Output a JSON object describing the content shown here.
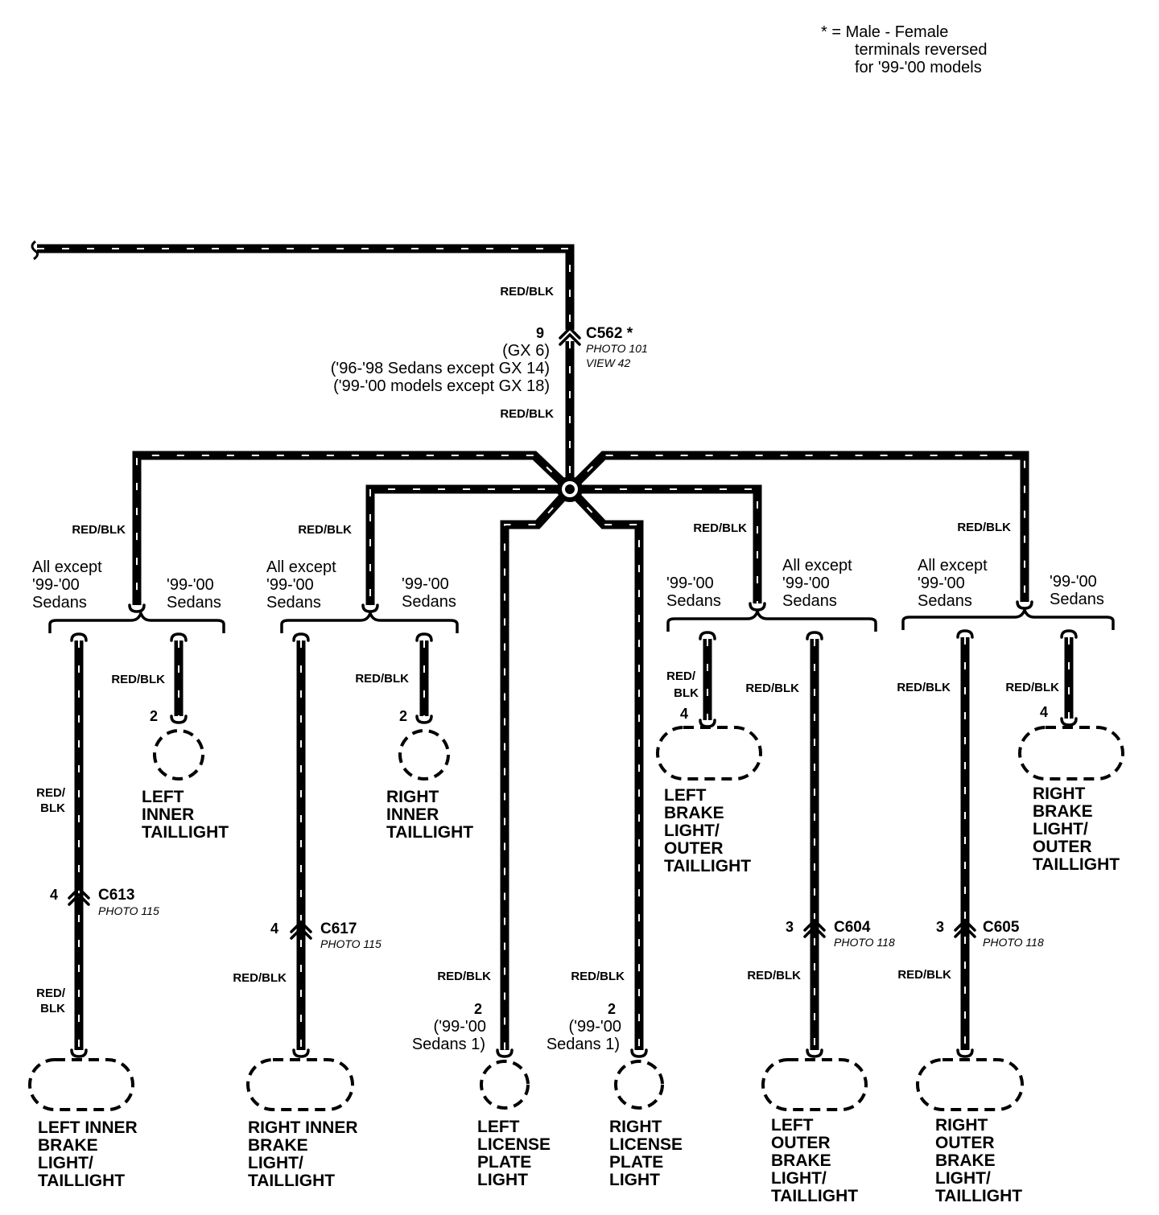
{
  "legend_note": {
    "line1": "* = Male - Female",
    "line2": "terminals reversed",
    "line3": "for '99-'00 models"
  },
  "wire_color": "RED/BLK",
  "wire_color_split": {
    "top": "RED/",
    "bottom": "BLK"
  },
  "c562": {
    "name": "C562 *",
    "photo": "PHOTO 101",
    "view": "VIEW 42",
    "pin": "9",
    "alt1": "(GX 6)",
    "alt2": "('96-'98 Sedans except GX 14)",
    "alt3": "('99-'00 models except GX 18)"
  },
  "variant_labels": {
    "all_except_1": "All except",
    "all_except_2": "'99-'00",
    "all_except_3": "Sedans",
    "sedans_1": "'99-'00",
    "sedans_2": "Sedans"
  },
  "connectors": {
    "c613": {
      "name": "C613",
      "photo": "PHOTO 115",
      "pin": "4"
    },
    "c617": {
      "name": "C617",
      "photo": "PHOTO 115",
      "pin": "4"
    },
    "c604": {
      "name": "C604",
      "photo": "PHOTO 118",
      "pin": "3"
    },
    "c605": {
      "name": "C605",
      "photo": "PHOTO 118",
      "pin": "3"
    }
  },
  "pins": {
    "left_inner_taillight": "2",
    "right_inner_taillight": "2",
    "left_brake_outer": "4",
    "right_brake_outer": "4",
    "license_pin": "2",
    "license_note_1": "('99-'00",
    "license_note_2": "Sedans 1)"
  },
  "components": {
    "left_inner_taillight": [
      "LEFT",
      "INNER",
      "TAILLIGHT"
    ],
    "right_inner_taillight": [
      "RIGHT",
      "INNER",
      "TAILLIGHT"
    ],
    "left_brake_outer": [
      "LEFT",
      "BRAKE",
      "LIGHT/",
      "OUTER",
      "TAILLIGHT"
    ],
    "right_brake_outer": [
      "RIGHT",
      "BRAKE",
      "LIGHT/",
      "OUTER",
      "TAILLIGHT"
    ],
    "left_inner_brake": [
      "LEFT INNER",
      "BRAKE",
      "LIGHT/",
      "TAILLIGHT"
    ],
    "right_inner_brake": [
      "RIGHT INNER",
      "BRAKE",
      "LIGHT/",
      "TAILLIGHT"
    ],
    "left_license": [
      "LEFT",
      "LICENSE",
      "PLATE",
      "LIGHT"
    ],
    "right_license": [
      "RIGHT",
      "LICENSE",
      "PLATE",
      "LIGHT"
    ],
    "left_outer_brake": [
      "LEFT",
      "OUTER",
      "BRAKE",
      "LIGHT/",
      "TAILLIGHT"
    ],
    "right_outer_brake": [
      "RIGHT",
      "OUTER",
      "BRAKE",
      "LIGHT/",
      "TAILLIGHT"
    ]
  }
}
